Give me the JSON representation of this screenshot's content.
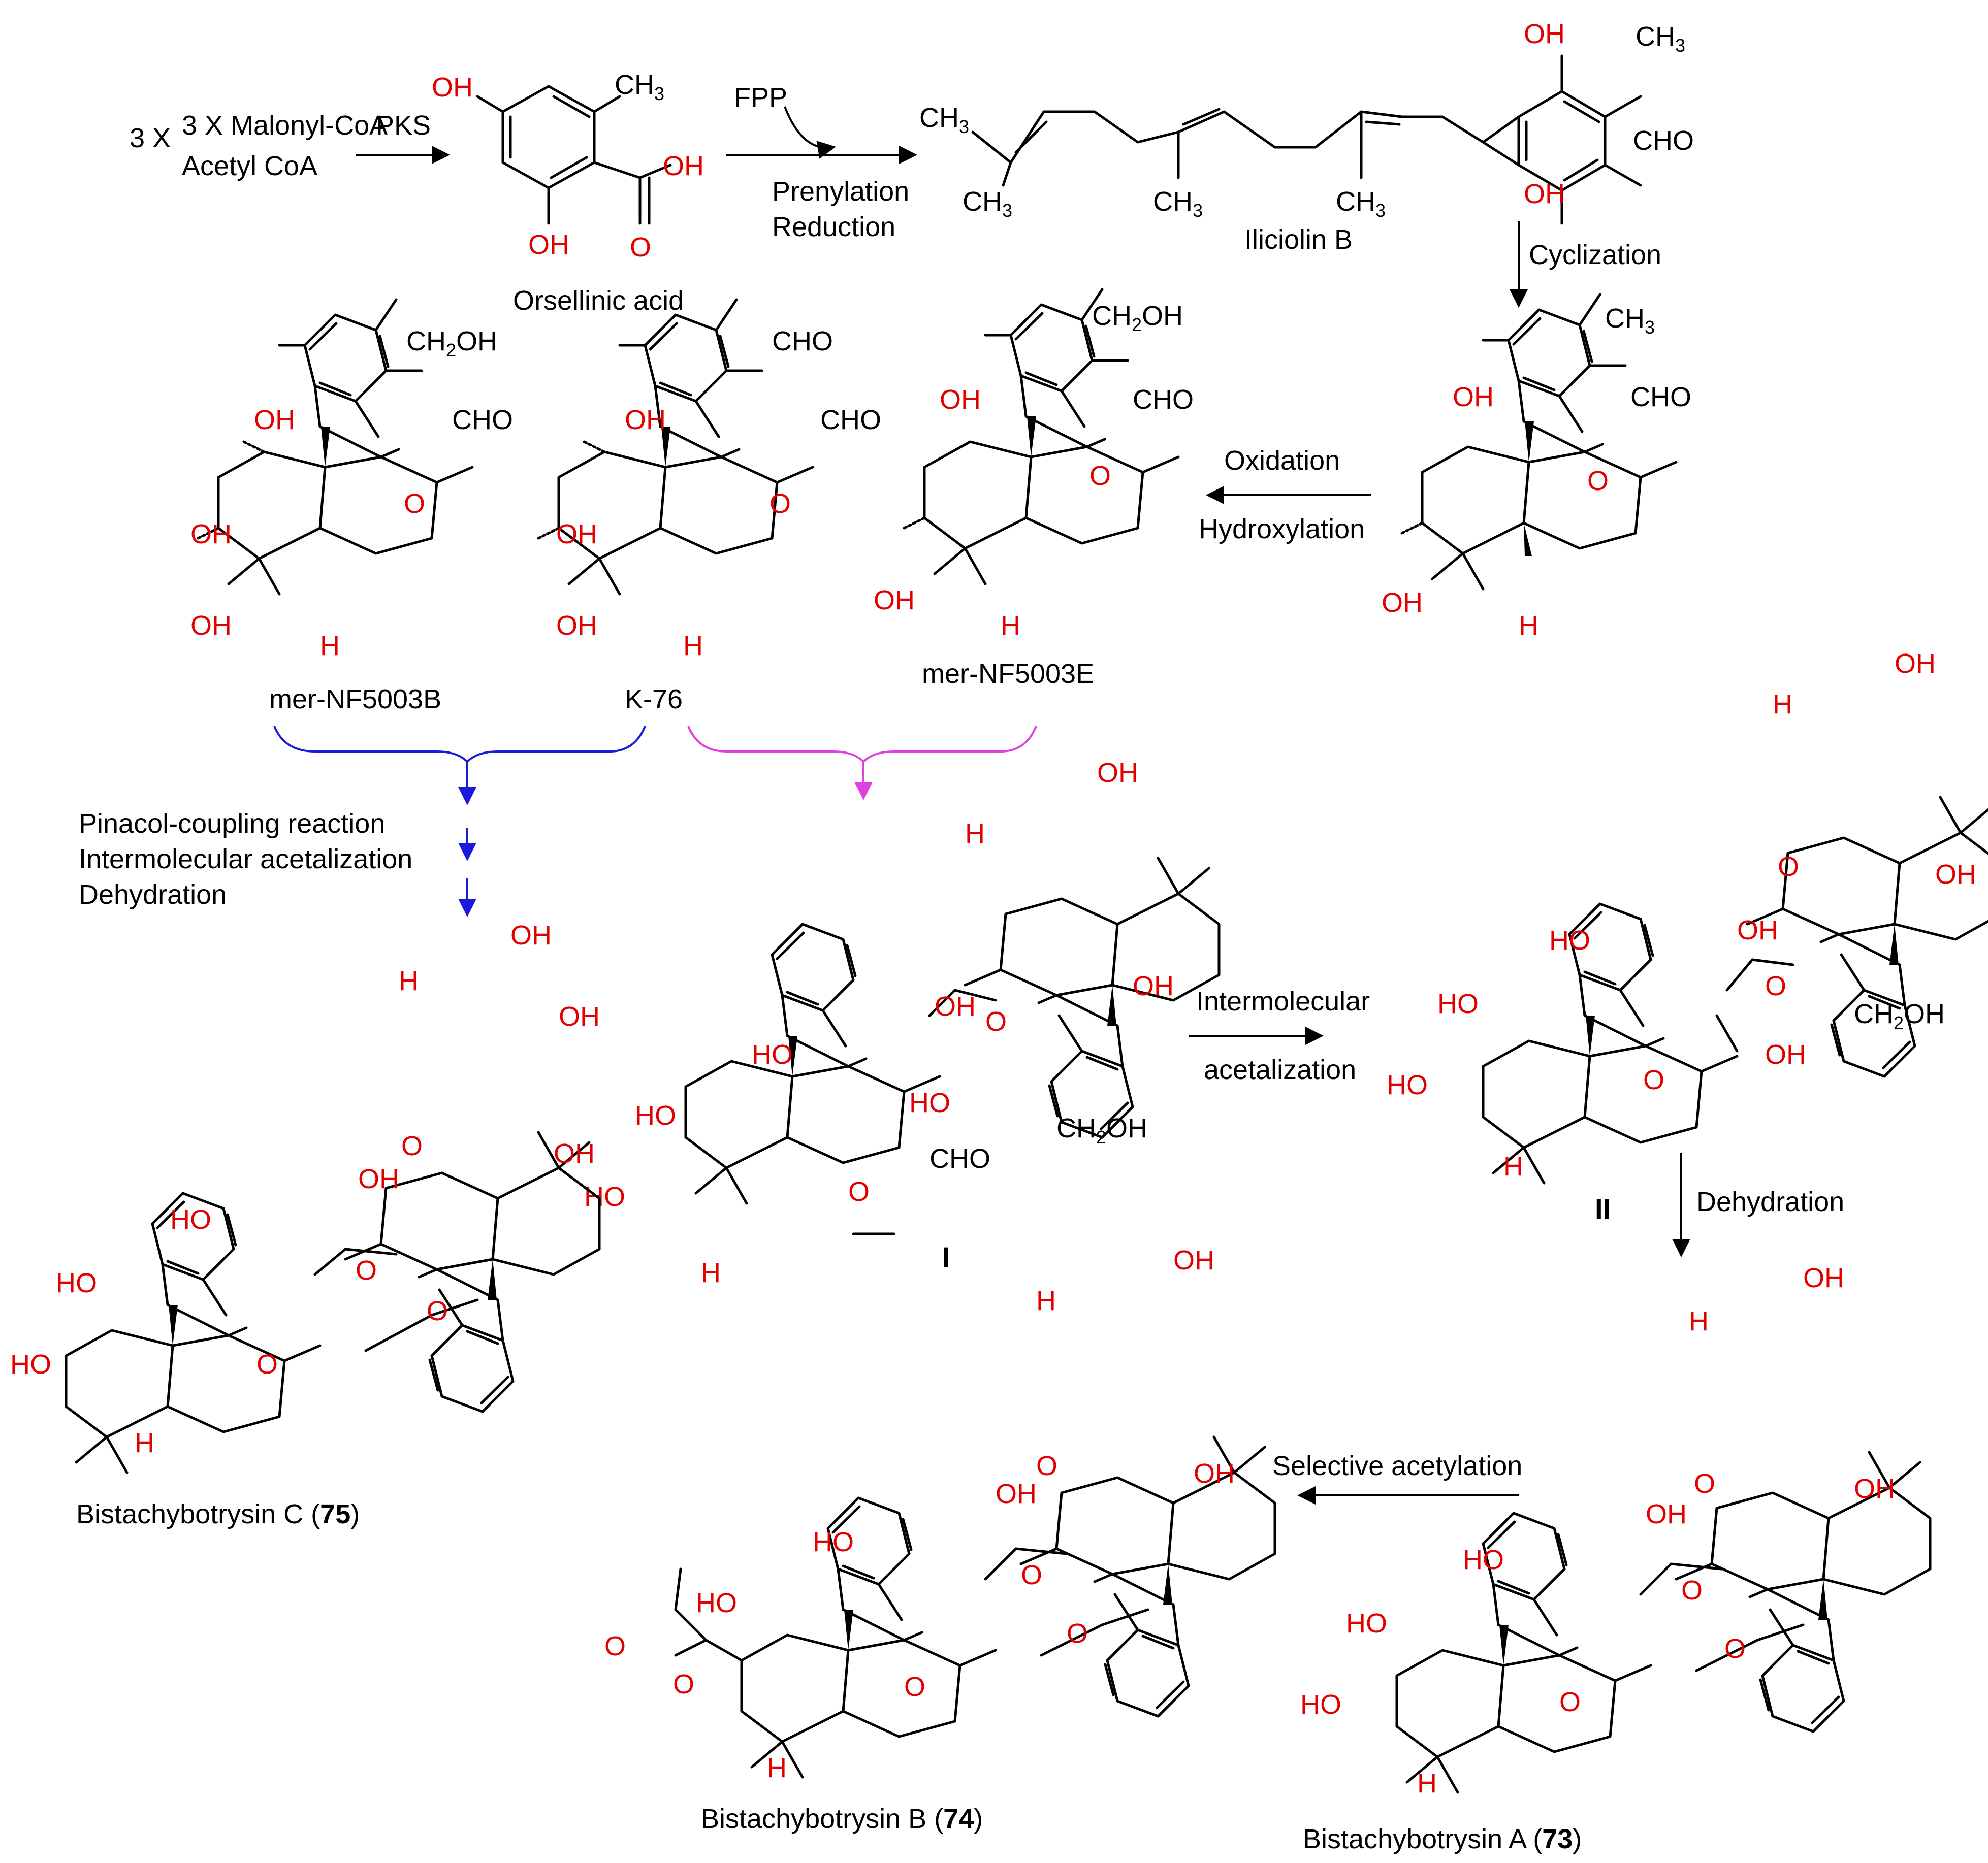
{
  "colors": {
    "heteroatom": "#e00000",
    "blue_pathway": "#1a1adc",
    "magenta_pathway": "#e040e0",
    "ink": "#000000"
  },
  "start": {
    "line1": "3 X Malonyl-CoA",
    "line2": "Acetyl CoA"
  },
  "reactions": {
    "pks": "PKS",
    "fpp": "FPP",
    "prenylation": "Prenylation",
    "reduction": "Reduction",
    "cyclization": "Cyclization",
    "oxidation": "Oxidation",
    "hydroxylation": "Hydroxylation",
    "pinacol": "Pinacol-coupling reaction",
    "inter_acetal_blue": "Intermolecular acetalization",
    "dehydration_blue": "Dehydration",
    "intermolecular": "Intermolecular",
    "acetalization": "acetalization",
    "dehydration": "Dehydration",
    "selective_acetylation": "Selective acetylation"
  },
  "compounds": {
    "orsellinic": "Orsellinic acid",
    "iliciolin": "Iliciolin B",
    "mer_b": "mer-NF5003B",
    "k76": "K-76",
    "mer_e": "mer-NF5003E",
    "int1": "I",
    "int2": "II",
    "bis_c_name": "Bistachybotrysin C (",
    "bis_c_num": "75",
    "bis_b_name": "Bistachybotrysin B (",
    "bis_b_num": "74",
    "bis_a_name": "Bistachybotrysin A (",
    "bis_a_num": "73",
    "close_paren": ")"
  },
  "atoms": {
    "oh": "OH",
    "ho": "HO",
    "o": "O",
    "h": "H",
    "ch3": "CH",
    "sub3": "3",
    "ch2oh_a": "CH",
    "sub2": "2",
    "ch2oh_b": "OH",
    "cho": "CHO"
  }
}
